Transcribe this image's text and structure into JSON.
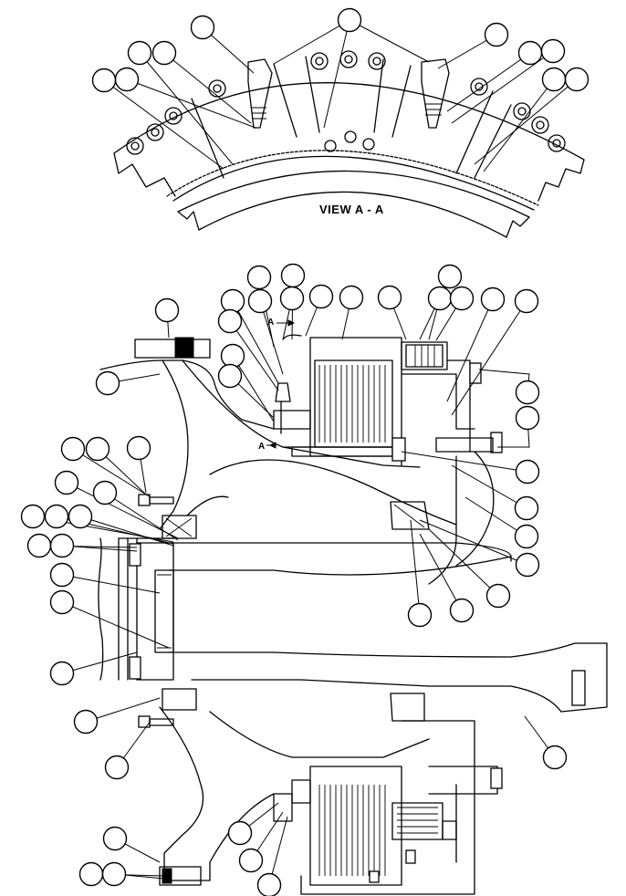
{
  "view_label": "VIEW  A - A",
  "section_marker_upper": "A",
  "section_marker_lower": "A",
  "ink_color": "#000000",
  "paper_color": "#ffffff",
  "callout_count": 62,
  "icons": [
    "callout-bubble",
    "section-arrow"
  ]
}
